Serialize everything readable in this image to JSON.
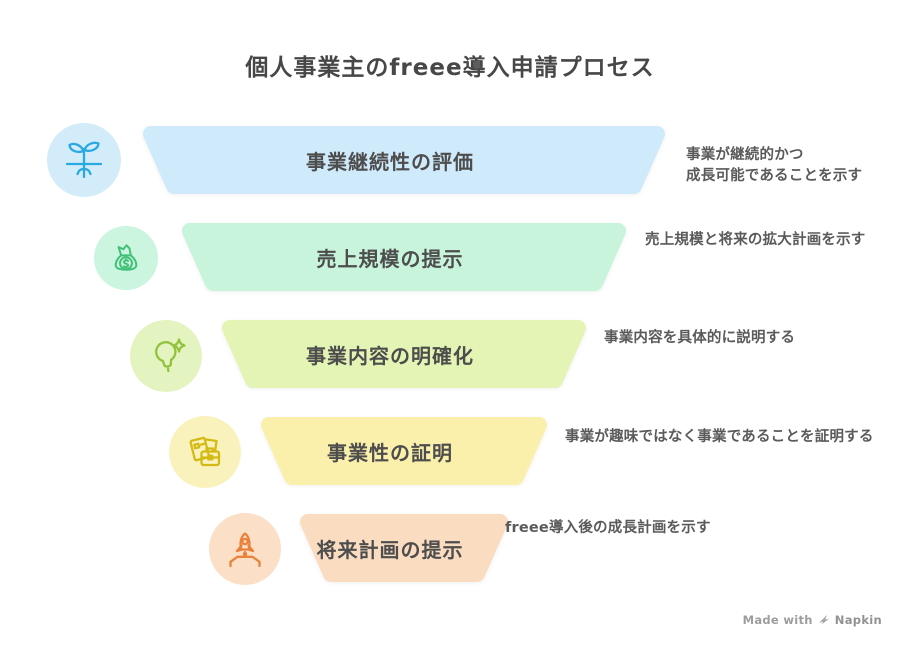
{
  "title": "個人事業主のfreee導入申請プロセス",
  "steps": [
    {
      "label": "事業継続性の評価",
      "description": "事業が継続的かつ\n成長可能であることを示す",
      "icon": "sprout-roots-icon",
      "fill": "#cfeafa",
      "icon_color": "#2aa9e0",
      "icon_bg": "#d3ecfa"
    },
    {
      "label": "売上規模の提示",
      "description": "売上規模と将来の拡大計画を示す",
      "icon": "money-bag-icon",
      "fill": "#c8f4dc",
      "icon_color": "#41c178",
      "icon_bg": "#cbf5de"
    },
    {
      "label": "事業内容の明確化",
      "description": "事業内容を具体的に説明する",
      "icon": "lightbulb-sparkle-icon",
      "fill": "#e3f4b4",
      "icon_color": "#93c33d",
      "icon_bg": "#e4f4c0"
    },
    {
      "label": "事業性の証明",
      "description": "事業が趣味ではなく事業であることを証明する",
      "icon": "documents-briefcase-icon",
      "fill": "#faf0ab",
      "icon_color": "#d3ba14",
      "icon_bg": "#faf2bd"
    },
    {
      "label": "将来計画の提示",
      "description": "freee導入後の成長計画を示す",
      "icon": "rocket-launch-icon",
      "fill": "#fadcc0",
      "icon_color": "#e8823c",
      "icon_bg": "#fbdfc6"
    }
  ],
  "colors": {
    "title_text": "#474747",
    "label_text": "#4d4d4d",
    "description_text": "#5a5a5a",
    "footer_text": "#9d9d9d"
  },
  "footer": {
    "made_with": "Made with",
    "brand": "Napkin"
  }
}
